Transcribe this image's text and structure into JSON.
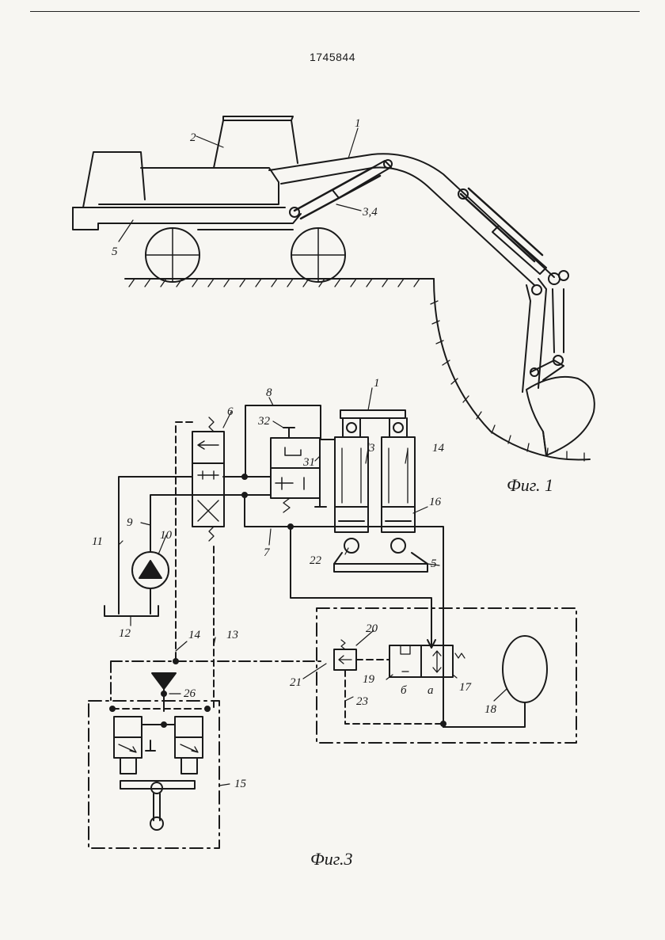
{
  "document": {
    "number": "1745844"
  },
  "figures": {
    "fig1": {
      "caption": "Фиг. 1",
      "labels": [
        "1",
        "2",
        "3,4",
        "5"
      ]
    },
    "fig3": {
      "caption": "Фиг.3",
      "labels": [
        "1",
        "3",
        "5",
        "6",
        "7",
        "8",
        "9",
        "10",
        "11",
        "12",
        "13",
        "14",
        "14",
        "15",
        "16",
        "17",
        "18",
        "19",
        "20",
        "21",
        "22",
        "23",
        "26",
        "31",
        "32",
        "б",
        "а"
      ]
    }
  }
}
